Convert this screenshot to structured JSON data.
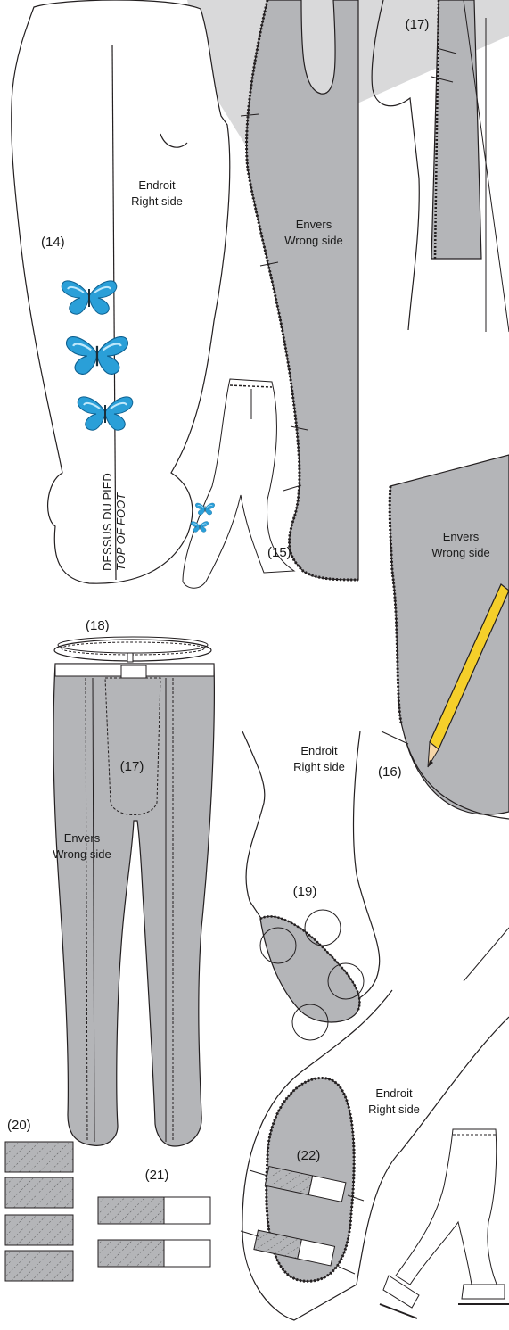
{
  "steps": {
    "s14": "(14)",
    "s15": "(15)",
    "s16": "(16)",
    "s17a": "(17)",
    "s17b": "(17)",
    "s18": "(18)",
    "s19": "(19)",
    "s20": "(20)",
    "s21": "(21)",
    "s22": "(22)"
  },
  "labels": {
    "endroit": "Endroit",
    "right_side": "Right side",
    "envers": "Envers",
    "wrong_side": "Wrong side",
    "dessus_du_pied": "DESSUS DU PIED",
    "top_of_foot": "TOP OF FOOT"
  },
  "colors": {
    "fabric_wrong_side": "#b4b5b8",
    "fabric_right_side": "#ffffff",
    "butterfly": "#2a9fd8",
    "pencil": "#f5cf2a",
    "outline": "#231f20"
  }
}
